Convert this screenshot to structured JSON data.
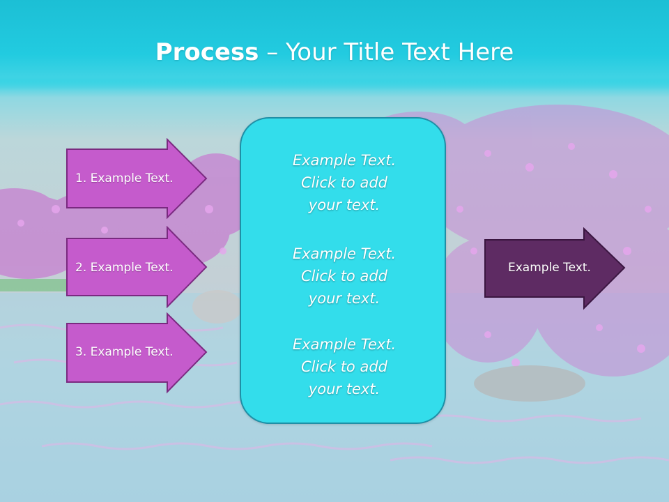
{
  "title": {
    "bold": "Process",
    "rest": " – Your Title Text Here"
  },
  "left_steps": [
    {
      "label": "1. Example Text."
    },
    {
      "label": "2. Example Text."
    },
    {
      "label": "3. Example Text."
    }
  ],
  "center_box": {
    "paragraphs": [
      "Example Text.\nClick  to add\nyour text.",
      "Example Text.\nClick  to add\nyour text.",
      "Example Text.\nClick  to add\nyour text."
    ]
  },
  "right_arrow": {
    "label": "Example Text."
  },
  "colors": {
    "left_arrow_fill": "#c55bcc",
    "left_arrow_border": "#7a2a80",
    "right_arrow_fill": "#5e2b63",
    "center_box_fill": "#33ddeb",
    "title_bar": "#22cbe0"
  }
}
